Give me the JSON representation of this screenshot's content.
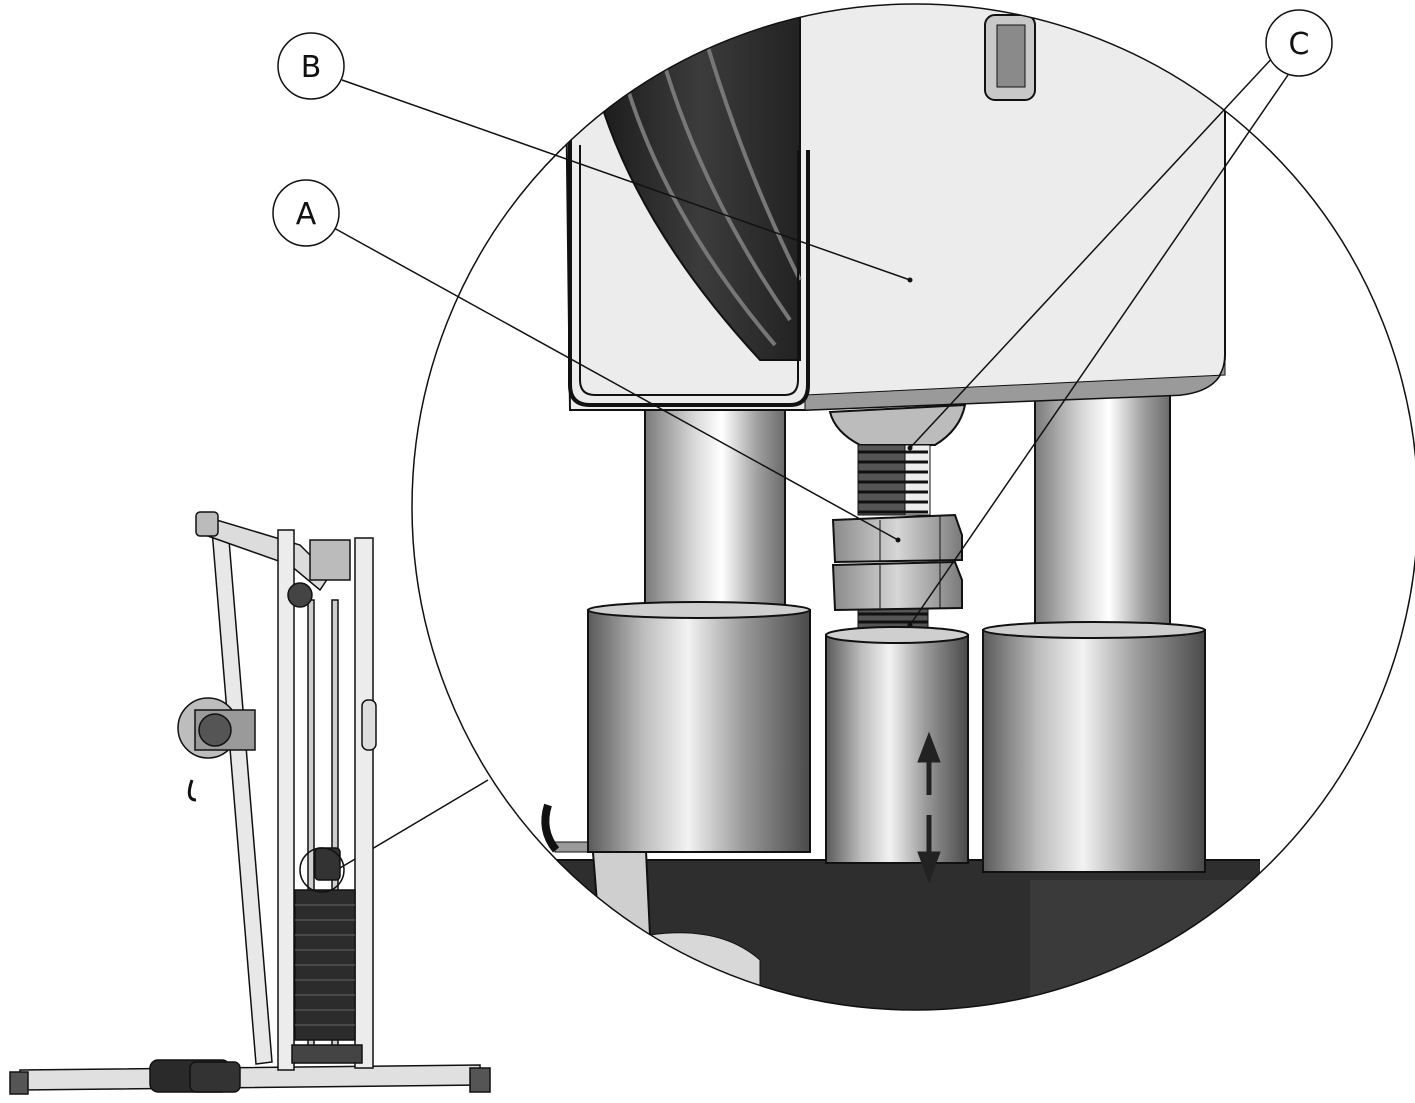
{
  "callouts": {
    "a": "A",
    "b": "B",
    "c": "C"
  },
  "colors": {
    "line": "#111111",
    "steel_light": "#e6e6e6",
    "steel_mid": "#a8a8a8",
    "steel_dark": "#4a4a4a",
    "base_dark": "#2e2e2e"
  }
}
